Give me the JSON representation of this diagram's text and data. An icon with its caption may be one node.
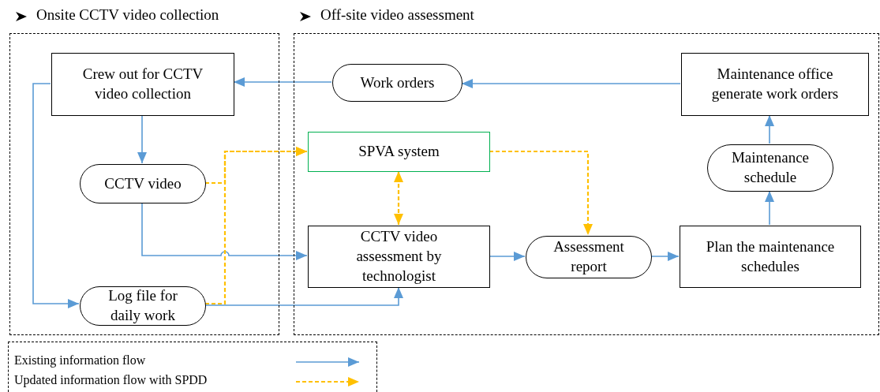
{
  "diagram": {
    "nodes": [
      {
        "text": [
          "Onsite CCTV video collection"
        ]
      },
      {
        "text": [
          "Off-site video assessment"
        ]
      },
      {
        "text": [
          "Crew out for CCTV video collection"
        ],
        "in": 0
      },
      {
        "text": [
          "CCTV video"
        ],
        "in": 0
      },
      {
        "text": [
          "Log file for daily work"
        ],
        "in": 0
      },
      {
        "text": [
          "Work orders"
        ],
        "in": 1
      },
      {
        "text": [
          "Maintenance office generate work orders"
        ],
        "in": 1
      },
      {
        "text": [
          "SPVA system"
        ],
        "in": 1
      },
      {
        "text": [
          "Maintenance schedule"
        ],
        "in": 1
      },
      {
        "text": [
          "CCTV video assessment by technologist"
        ],
        "in": 1
      },
      {
        "text": [
          "Assessment report"
        ],
        "in": 1
      },
      {
        "text": [
          "Plan the maintenance schedules"
        ],
        "in": 1
      }
    ],
    "edges": [
      {
        "from": 6,
        "to": 5,
        "arrow": "to"
      },
      {
        "from": 5,
        "to": 2,
        "arrow": "to"
      },
      {
        "from": 2,
        "to": 3,
        "arrow": "to"
      },
      {
        "from": 2,
        "to": 4,
        "arrow": "to"
      },
      {
        "from": 3,
        "to": 9,
        "arrow": "to"
      },
      {
        "from": 4,
        "to": 9,
        "arrow": "to"
      },
      {
        "from": 9,
        "to": 10,
        "arrow": "to"
      },
      {
        "from": 10,
        "to": 11,
        "arrow": "to"
      },
      {
        "from": 11,
        "to": 8,
        "arrow": "to"
      },
      {
        "from": 8,
        "to": 6,
        "arrow": "to"
      },
      {
        "from": 3,
        "to": 7,
        "arrow": "to",
        "style": "dashed",
        "color": "#ffc000"
      },
      {
        "from": 4,
        "to": 7,
        "arrow": "to",
        "style": "dashed",
        "color": "#ffc000"
      },
      {
        "from": 7,
        "to": 9,
        "arrow": "both",
        "style": "dashed",
        "color": "#ffc000"
      },
      {
        "from": 7,
        "to": 10,
        "arrow": "to",
        "style": "dashed",
        "color": "#ffc000"
      }
    ],
    "legend": [
      {
        "text": "Existing information flow"
      },
      {
        "text": "Updated information flow with SPDD"
      }
    ]
  }
}
